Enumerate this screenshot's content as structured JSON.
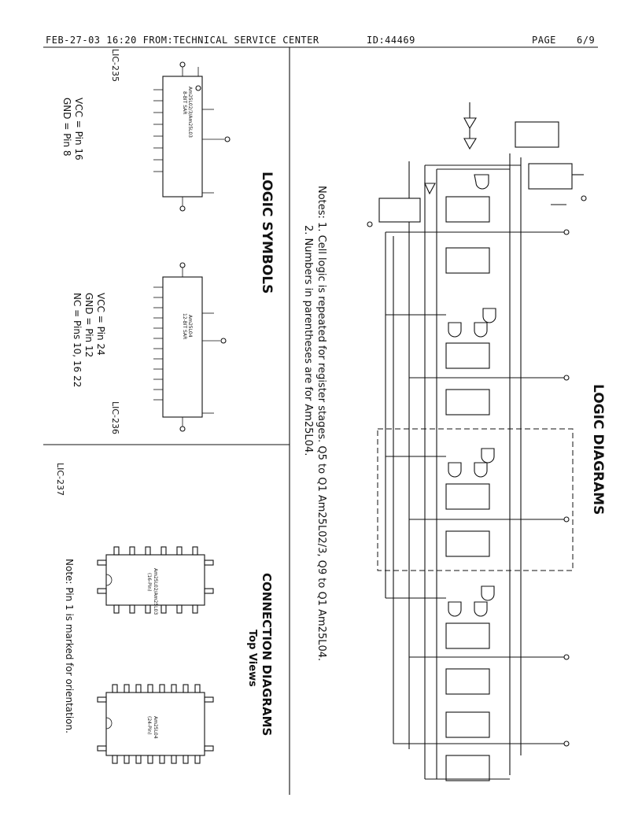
{
  "fax_header": {
    "left": "FEB-27-03 16:20 FROM:TECHNICAL SERVICE CENTER",
    "id": "ID:44469",
    "page_label": "PAGE",
    "page_value": "6/9"
  },
  "logic_symbols": {
    "title": "LOGIC SYMBOLS",
    "lic235": {
      "id": "LIC-235",
      "chip": "Am25L02/3/Am25L03",
      "subtitle": "8-BIT SAR",
      "power": [
        "VCC = Pin 16",
        "GND = Pin 8"
      ]
    },
    "lic236": {
      "id": "LIC-236",
      "chip": "Am25L04",
      "subtitle": "12-BIT SAR",
      "power": [
        "VCC = Pin 24",
        "GND = Pin 12",
        "NC = Pins 10, 16 22"
      ]
    }
  },
  "connection_diagrams": {
    "title": "CONNECTION DIAGRAMS",
    "subtitle": "Top Views",
    "id": "LIC-237",
    "chip16": {
      "name": "Am25L02/Am25L03",
      "pins_label": "(16-Pin)"
    },
    "chip24": {
      "name": "Am25L04",
      "pins_label": "(24-Pin)"
    },
    "note": "Note: Pin 1 is marked for orientation."
  },
  "logic_diagrams": {
    "title": "LOGIC DIAGRAMS",
    "notes": [
      "Notes: 1. Cell logic is repeated for register stages. Q5 to Q1 Am25L02/3, Q9 to Q1 Am25L04.",
      "2. Numbers in parentheses are for Am25L04."
    ]
  }
}
